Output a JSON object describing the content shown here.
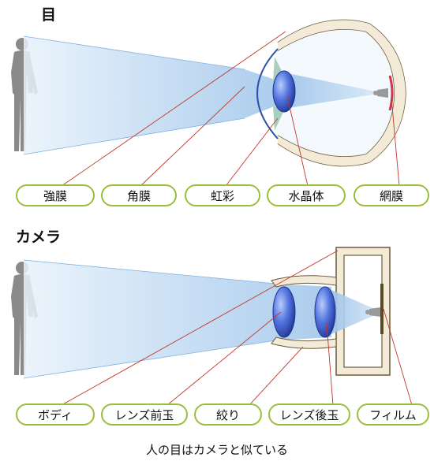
{
  "eye_section": {
    "title": "目",
    "labels": [
      "強膜",
      "角膜",
      "虹彩",
      "水晶体",
      "網膜"
    ]
  },
  "camera_section": {
    "title": "カメラ",
    "labels": [
      "ボディ",
      "レンズ前玉",
      "絞り",
      "レンズ後玉",
      "フィルム"
    ]
  },
  "caption": "人の目はカメラと似ている",
  "colors": {
    "label_border": "#9bbf3c",
    "leader_line": "#c0392b",
    "light_cone": "#bcd9f0",
    "lens": "#3a5fcf",
    "camera_body": "#f3ead7",
    "camera_body_stroke": "#6b5a3a",
    "person": "#8a8a8a"
  },
  "icons": [
    "person-silhouette-icon",
    "eyeball-icon",
    "camera-body-icon",
    "lens-icon"
  ]
}
